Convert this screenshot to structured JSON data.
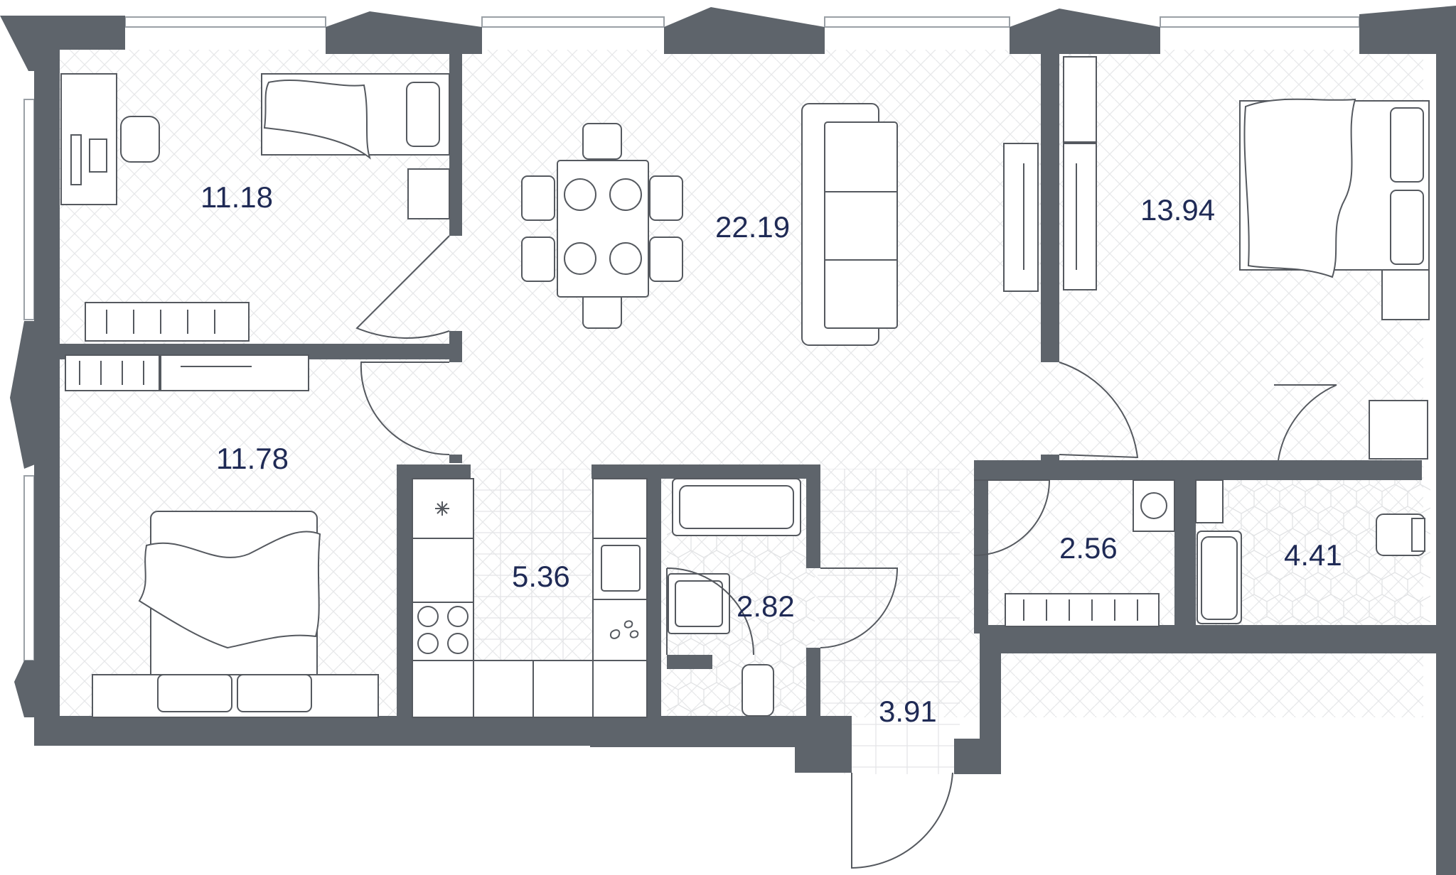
{
  "floor_plan": {
    "rooms": [
      {
        "id": "bedroom-1",
        "area": "11.18"
      },
      {
        "id": "living-room",
        "area": "22.19"
      },
      {
        "id": "bedroom-2",
        "area": "13.94"
      },
      {
        "id": "bedroom-3",
        "area": "11.78"
      },
      {
        "id": "kitchen",
        "area": "5.36"
      },
      {
        "id": "bathroom-1",
        "area": "2.82"
      },
      {
        "id": "hall",
        "area": "3.91"
      },
      {
        "id": "closet",
        "area": "2.56"
      },
      {
        "id": "bathroom-2",
        "area": "4.41"
      }
    ],
    "colors": {
      "wall": "#5e646b",
      "label": "#1f2a55",
      "floor_hatch": "#e7e8ea"
    }
  }
}
